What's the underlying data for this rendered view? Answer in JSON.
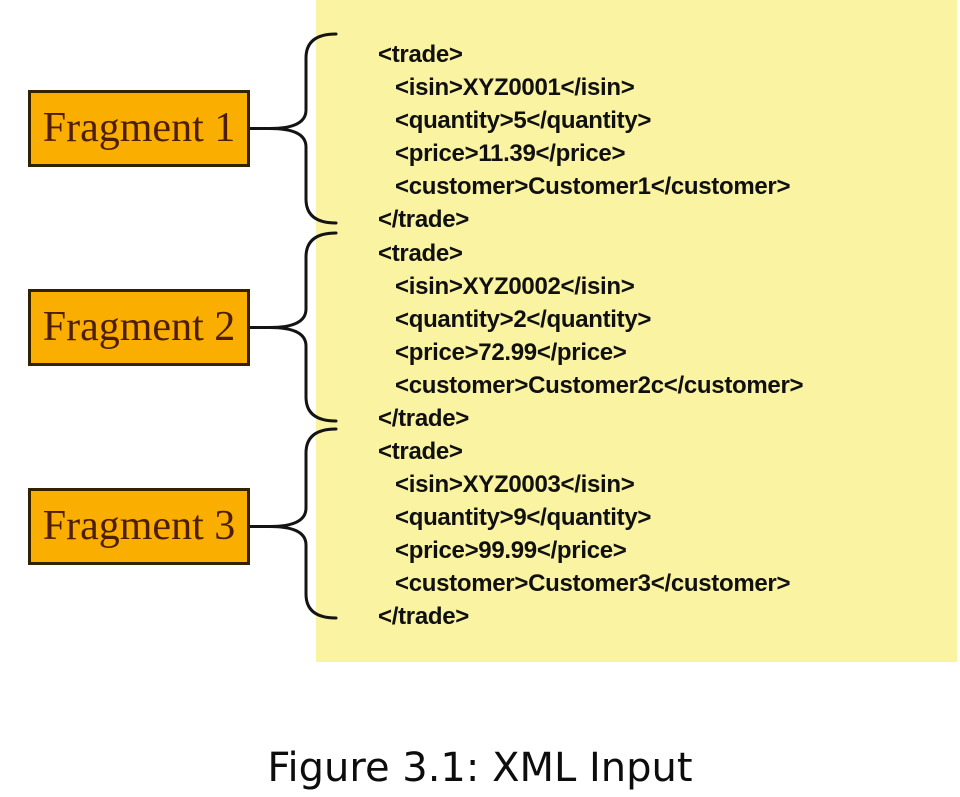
{
  "caption": "Figure 3.1: XML Input",
  "colors": {
    "panel_bg": "#FAF4A2",
    "fragment_box_fill": "#F9AE00",
    "fragment_box_border": "#332200",
    "fragment_label_text": "#4E1E00",
    "xml_text": "#101010",
    "brace_stroke": "#141414"
  },
  "fragments": [
    {
      "label": "Fragment 1",
      "xml": [
        "<trade>",
        "<isin>XYZ0001</isin>",
        "<quantity>5</quantity>",
        "<price>11.39</price>",
        "<customer>Customer1</customer>",
        "</trade>"
      ]
    },
    {
      "label": "Fragment 2",
      "xml": [
        "<trade>",
        "<isin>XYZ0002</isin>",
        "<quantity>2</quantity>",
        "<price>72.99</price>",
        "<customer>Customer2c</customer>",
        "</trade>"
      ]
    },
    {
      "label": "Fragment 3",
      "xml": [
        "<trade>",
        "<isin>XYZ0003</isin>",
        "<quantity>9</quantity>",
        "<price>99.99</price>",
        "<customer>Customer3</customer>",
        "</trade>"
      ]
    }
  ]
}
